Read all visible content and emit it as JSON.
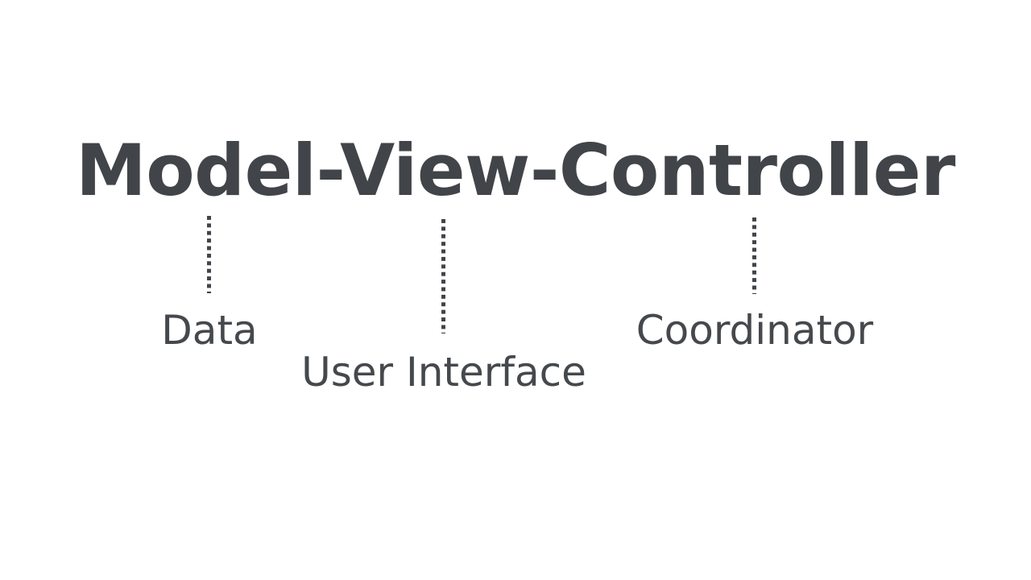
{
  "slide": {
    "background_color": "#ffffff",
    "text_color": "#414448",
    "title": "Model-View-Controller"
  },
  "diagram": {
    "type": "annotated-term-breakdown",
    "parts": [
      {
        "term": "Model",
        "caption": "Data",
        "connector": "dotted-vertical-line"
      },
      {
        "term": "View",
        "caption": "User Interface",
        "connector": "dotted-vertical-line"
      },
      {
        "term": "Controller",
        "caption": "Coordinator",
        "connector": "dotted-vertical-line"
      }
    ]
  }
}
